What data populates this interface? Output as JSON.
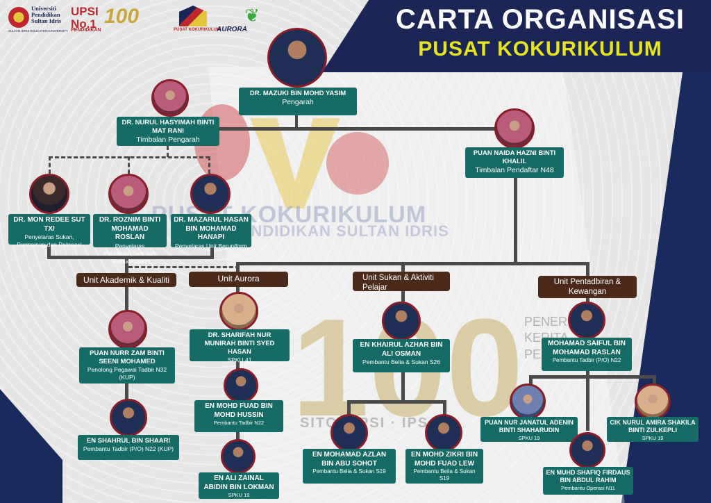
{
  "header": {
    "title": "CARTA ORGANISASI",
    "subtitle": "PUSAT KOKURIKULUM"
  },
  "logos": {
    "upsi_name": "Universiti Pendidikan Sultan Idris",
    "upsi_en": "SULTAN IDRIS EDUCATION UNIVERSITY",
    "upsi_no1": "UPSI No.1",
    "upsi_no1_sub": "PENDIDIKAN",
    "centenary": "100",
    "kokurikulum": "PUSAT KOKURIKULUM",
    "aurora": "AURORA"
  },
  "watermark": {
    "line1": "PUSAT KOKURIKULUM",
    "line2": "PENDIDIKAN SULTAN IDRIS",
    "hundred": "100",
    "sitc": "SITC · IPSI · IPS",
    "pener": "PENER\nKERITA\nPE"
  },
  "colors": {
    "card": "#166b66",
    "unit": "#4b2a1a",
    "navy": "#1b2657",
    "yellow": "#e7e51f",
    "frame": "#8b1d2a"
  },
  "people": {
    "director": {
      "name": "DR. MAZUKI BIN MOHD YASIM",
      "position": "Pengarah"
    },
    "deputy": {
      "name": "DR. NURUL HASYIMAH BINTI MAT RANI",
      "position": "Timbalan Pengarah"
    },
    "registrar": {
      "name": "PUAN NAIDA HAZNI BINTI KHALIL",
      "position": "Timbalan Pendaftar N48"
    },
    "coord1": {
      "name": "DR. MON REDEE SUT TXI",
      "position": "Penyelaras Sukan, Permainan dan Rekreasi"
    },
    "coord2": {
      "name": "DR. ROZNIM BINTI MOHAMAD ROSLAN",
      "position": "Penyelaras Persatuan,Seni dan Kebudayaan"
    },
    "coord3": {
      "name": "DR. MAZARUL HASAN BIN MOHAMAD HANAPI",
      "position": "Penyelaras Unit Beruniform"
    },
    "akad1": {
      "name": "PUAN NURR ZAM BINTI SEENI MOHAMED",
      "position": "Penolong Pegawai Tadbir N32 (KUP)"
    },
    "akad2": {
      "name": "EN SHAHRUL BIN SHAARI",
      "position": "Pembantu Tadbir (P/O) N22 (KUP)"
    },
    "aurora1": {
      "name": "DR. SHARIFAH NUR MUNIRAH BINTI SYED HASAN",
      "position": "SPKU 41"
    },
    "aurora2": {
      "name": "EN MOHD FUAD BIN MOHD HUSSIN",
      "position": "Pembantu Tadbir N22"
    },
    "aurora3": {
      "name": "EN ALI ZAINAL ABIDIN BIN LOKMAN",
      "position": "SPKU 19"
    },
    "sukan1": {
      "name": "EN KHAIRUL AZHAR BIN ALI OSMAN",
      "position": "Pembantu Belia & Sukan S26"
    },
    "sukan2": {
      "name": "EN MOHAMAD AZLAN BIN ABU SOHOT",
      "position": "Pembantu Belia & Sukan S19"
    },
    "sukan3": {
      "name": "EN MOHD ZIKRI BIN MOHD FUAD LEW",
      "position": "Pembantu Belia & Sukan S19"
    },
    "admin1": {
      "name": "MOHAMAD SAIFUL BIN MOHAMAD RASLAN",
      "position": "Pembantu Tadbir (P/O) N22"
    },
    "admin2": {
      "name": "PUAN NUR JANATUL ADENIN BINTI SHAHARUDIN",
      "position": "SPKU 19"
    },
    "admin3": {
      "name": "CIK NURUL AMIRA SHAKILA BINTI ZULKEPLI",
      "position": "SPKU 19"
    },
    "admin4": {
      "name": "EN MUHD SHAFIQ FIRDAUS BIN ABDUL RAHIM",
      "position": "Pembantu Operasi N11"
    }
  },
  "units": {
    "akademik": "Unit Akademik & Kualiti",
    "aurora": "Unit Aurora",
    "sukan": "Unit Sukan & Aktiviti Pelajar",
    "pentadbiran": "Unit Pentadbiran & Kewangan"
  }
}
